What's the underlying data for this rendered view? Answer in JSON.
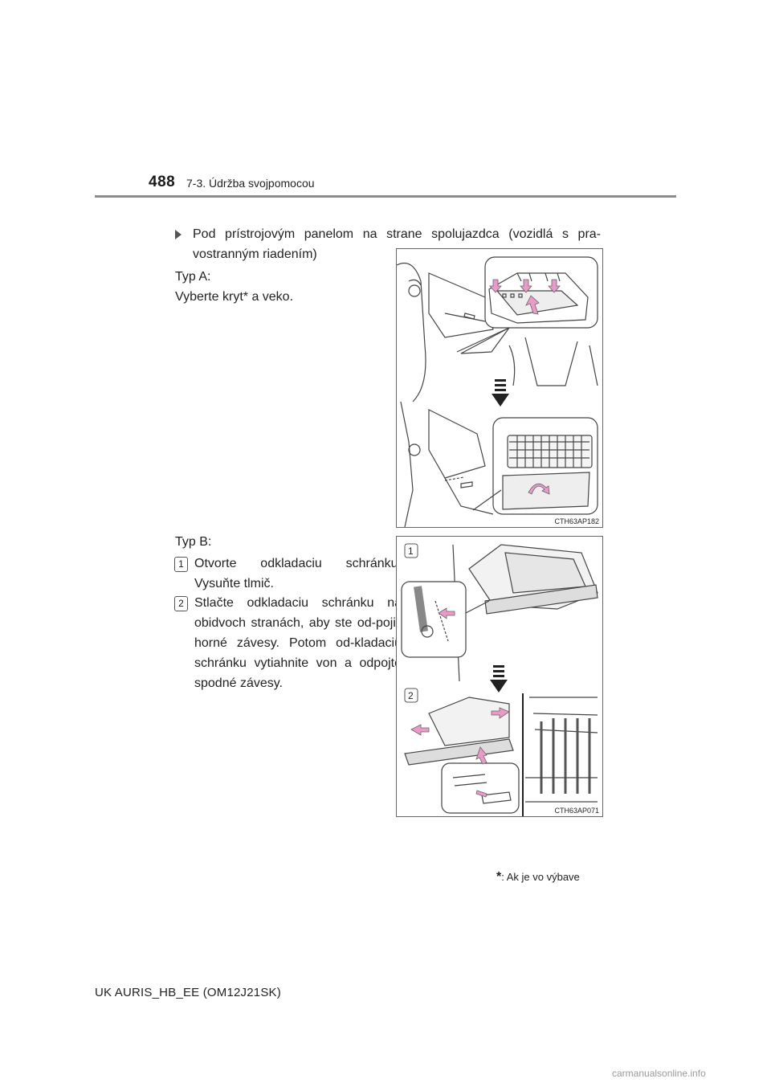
{
  "header": {
    "page_number": "488",
    "section": "7-3. Údržba svojpomocou"
  },
  "intro": {
    "text": "Pod prístrojovým panelom na strane spolujazdca (vozidlá s pra-vostranným riadením)"
  },
  "type_a": {
    "label": "Typ A:",
    "text": "Vyberte kryt* a veko.",
    "figure_code": "CTH63AP182"
  },
  "type_b": {
    "label": "Typ B:",
    "steps": [
      {
        "num": "1",
        "text": "Otvorte odkladaciu schránku. Vysuňte tlmič."
      },
      {
        "num": "2",
        "text": "Stlačte odkladaciu schránku na obidvoch stranách, aby ste od-pojili horné závesy. Potom od-kladaciu schránku vytiahnite von a odpojte spodné závesy."
      }
    ],
    "figure_code": "CTH63AP071",
    "figure_callouts": [
      "1",
      "2"
    ]
  },
  "footnote": {
    "star": "*",
    "text": ": Ak je vo výbave"
  },
  "footer": {
    "model": "UK AURIS_HB_EE (OM12J21SK)",
    "site": "carmanualsonline.info"
  },
  "colors": {
    "arrow_pink": "#e99ac9",
    "rule_gray": "#8c8c8c"
  }
}
